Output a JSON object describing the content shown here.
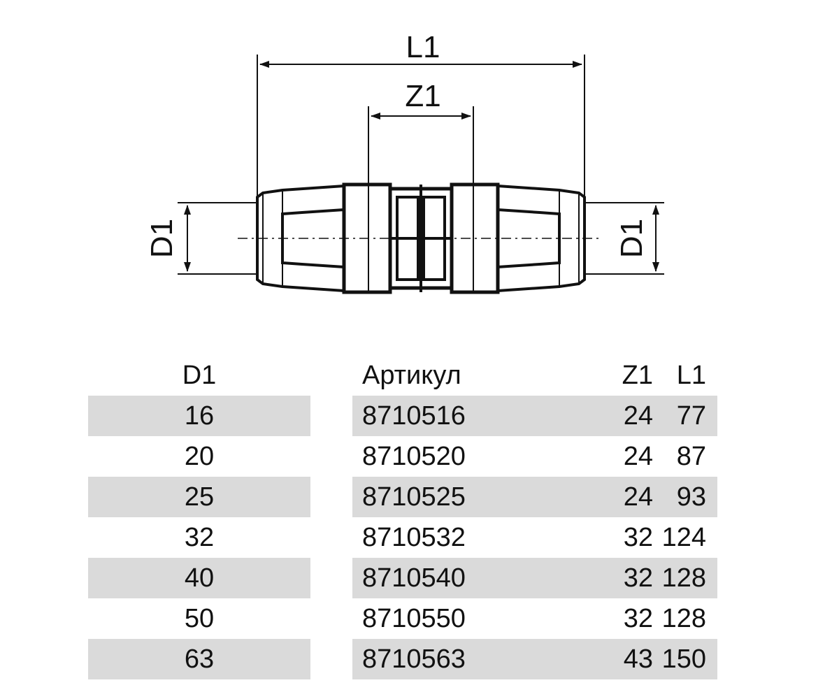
{
  "dimensions": {
    "l1": "L1",
    "z1": "Z1",
    "d1_left": "D1",
    "d1_right": "D1"
  },
  "table": {
    "headers": {
      "d1": "D1",
      "article": "Артикул",
      "z1": "Z1",
      "l1": "L1"
    },
    "rows": [
      {
        "d1": "16",
        "article": "8710516",
        "z1": "24",
        "l1": "77"
      },
      {
        "d1": "20",
        "article": "8710520",
        "z1": "24",
        "l1": "87"
      },
      {
        "d1": "25",
        "article": "8710525",
        "z1": "24",
        "l1": "93"
      },
      {
        "d1": "32",
        "article": "8710532",
        "z1": "32",
        "l1": "124"
      },
      {
        "d1": "40",
        "article": "8710540",
        "z1": "32",
        "l1": "128"
      },
      {
        "d1": "50",
        "article": "8710550",
        "z1": "32",
        "l1": "128"
      },
      {
        "d1": "63",
        "article": "8710563",
        "z1": "43",
        "l1": "150"
      }
    ]
  },
  "colors": {
    "line": "#111111",
    "row_shade": "#dadada",
    "background": "#ffffff"
  }
}
